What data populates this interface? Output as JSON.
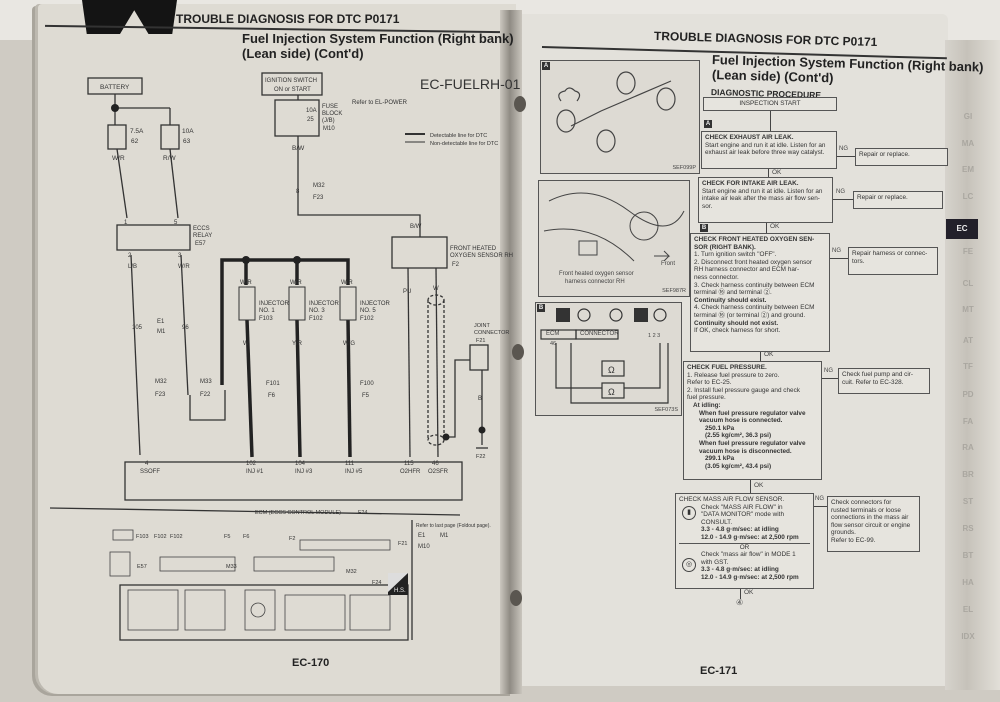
{
  "left_page": {
    "header": "TROUBLE DIAGNOSIS FOR DTC P0171",
    "subtitle_line1": "Fuel Injection System Function (Right bank)",
    "subtitle_line2": "(Lean side) (Cont'd)",
    "diagram_code": "EC-FUELRH-01",
    "refer_power": "Refer to EL-POWER",
    "legend": {
      "detectable": "Detectable line for DTC",
      "non_detectable": "Non-detectable line for DTC"
    },
    "battery": "BATTERY",
    "fuse1": {
      "rating": "7.5A",
      "number": "62",
      "wire": "W/R"
    },
    "fuse2": {
      "rating": "10A",
      "number": "63",
      "wire": "R/W"
    },
    "ignition_switch": {
      "line1": "IGNITION SWITCH",
      "line2": "ON or START"
    },
    "fuse_block": {
      "line1": "FUSE",
      "line2": "BLOCK",
      "line3": "(J/B)",
      "connector": "M10",
      "rating": "10A",
      "number": "25",
      "wire": "B/W"
    },
    "relay": {
      "line1": "ECCS",
      "line2": "RELAY",
      "connector": "E57",
      "pin_a": "1",
      "pin_b": "5",
      "pin_c": "2",
      "pin_d": "3"
    },
    "connectors": {
      "e1": "E1",
      "m1": "M1",
      "m32": "M32",
      "f23": "F23",
      "f22": "F22",
      "f101": "F101",
      "f6": "F6",
      "f100": "F100",
      "f5": "F5",
      "m33": "M33"
    },
    "pins": {
      "p105": "105",
      "p96": "96",
      "p8": "8",
      "p2": "2",
      "p6": "6",
      "p1": "1"
    },
    "wires": {
      "lb": "L/B",
      "wr": "W/R",
      "w": "W",
      "yr": "Y/R",
      "wg": "W/G",
      "bw": "B/W",
      "pu": "PU",
      "b": "B"
    },
    "injectors": [
      {
        "label": "INJECTOR",
        "no": "NO. 1",
        "connector": "F103"
      },
      {
        "label": "INJECTOR",
        "no": "NO. 3",
        "connector": "F102"
      },
      {
        "label": "INJECTOR",
        "no": "NO. 5",
        "connector": "F102"
      }
    ],
    "o2_sensor": {
      "line1": "FRONT HEATED",
      "line2": "OXYGEN SENSOR RH",
      "connector": "F2"
    },
    "joint_connector": {
      "line1": "JOINT",
      "line2": "CONNECTOR",
      "connector": "F21",
      "ground": "F22"
    },
    "ecm_terminals": [
      {
        "num": "4",
        "name": "SSOFF"
      },
      {
        "num": "102",
        "name": "INJ #1"
      },
      {
        "num": "104",
        "name": "INJ #3"
      },
      {
        "num": "111",
        "name": "INJ #5"
      },
      {
        "num": "115",
        "name": "O2HFR"
      },
      {
        "num": "46",
        "name": "O2SFR"
      }
    ],
    "ecm_label": "ECM (ECCS CONTROL MODULE)",
    "ecm_connector": "F24",
    "refer_foldout": "Refer to last page (Foldout page).",
    "foldout_connectors": [
      "E1",
      "M1",
      "M10"
    ],
    "connector_views": [
      "F103",
      "F102",
      "F102",
      "E57",
      "F5",
      "F6",
      "F2",
      "F21",
      "M33",
      "M32",
      "F24"
    ],
    "hs_badge": "H.S.",
    "page_number": "EC-170"
  },
  "right_page": {
    "header": "TROUBLE DIAGNOSIS FOR DTC P0171",
    "subtitle_line1": "Fuel Injection System Function (Right bank)",
    "subtitle_line2": "(Lean side) (Cont'd)",
    "section": "DIAGNOSTIC PROCEDURE",
    "figures": {
      "a_marker": "A",
      "a_code": "SEF099P",
      "photo_caption1": "Front heated oxygen sensor",
      "photo_caption2": "harness connector RH",
      "photo_front": "Front",
      "photo_code": "SEF987R",
      "b_marker": "B",
      "b_ecm": "ECM",
      "b_connector": "CONNECTOR",
      "b_term": "46",
      "b_pins": "1 2 3",
      "b_code": "SEF073S"
    },
    "flow": {
      "start": "INSPECTION START",
      "ok": "OK",
      "ng": "NG",
      "or": "OR",
      "step1": {
        "marker": "A",
        "title": "CHECK EXHAUST AIR LEAK.",
        "lines": [
          "Start engine and run it at idle. Listen for an",
          "exhaust air leak before three way catalyst."
        ],
        "ng_action": "Repair or replace."
      },
      "step2": {
        "title": "CHECK FOR INTAKE AIR LEAK.",
        "lines": [
          "Start engine and run it at idle. Listen for an",
          "intake air leak after the mass air flow sen-",
          "sor."
        ],
        "ng_action": "Repair or replace."
      },
      "step3": {
        "marker": "B",
        "title": "CHECK FRONT HEATED OXYGEN SEN-",
        "title2": "SOR (RIGHT BANK).",
        "lines": [
          "1. Turn ignition switch \"OFF\".",
          "2. Disconnect front heated oxygen sensor",
          "   RH harness connector and ECM har-",
          "   ness connector.",
          "3. Check harness continuity between ECM",
          "   terminal ⑯ and terminal ②."
        ],
        "bold1": "Continuity should exist.",
        "lines2": [
          "4. Check harness continuity between ECM",
          "   terminal ⑯ (or terminal ②) and ground."
        ],
        "bold2": "Continuity should not exist.",
        "last": "If OK, check harness for short.",
        "ng_action1": "Repair harness or connec-",
        "ng_action2": "tors."
      },
      "step4": {
        "title": "CHECK FUEL PRESSURE.",
        "lines": [
          "1. Release fuel pressure to zero.",
          "   Refer to EC-25.",
          "2. Install fuel pressure gauge and check",
          "   fuel pressure."
        ],
        "bold": [
          "At idling:",
          "When fuel pressure regulator valve",
          "vacuum hose is connected.",
          "250.1 kPa",
          "(2.55 kg/cm², 36.3 psi)",
          "When fuel pressure regulator valve",
          "vacuum hose is disconnected.",
          "299.1 kPa",
          "(3.05 kg/cm², 43.4 psi)"
        ],
        "ng_action1": "Check fuel pump and cir-",
        "ng_action2": "cuit. Refer to EC-328."
      },
      "step5": {
        "title": "CHECK MASS AIR FLOW SENSOR.",
        "lines": [
          "Check \"MASS AIR FLOW\" in",
          "\"DATA MONITOR\" mode with",
          "CONSULT."
        ],
        "spec1": "3.3 - 4.8 g·m/sec: at idling",
        "spec2": "12.0 - 14.9 g·m/sec: at 2,500 rpm",
        "lines2": [
          "Check \"mass air flow\" in MODE 1",
          "with GST."
        ],
        "spec3": "3.3 - 4.8 g·m/sec: at idling",
        "spec4": "12.0 - 14.9 g·m/sec: at 2,500 rpm",
        "ng_lines": [
          "Check connectors for",
          "rusted terminals or loose",
          "connections in the mass air",
          "flow sensor circuit or engine",
          "grounds.",
          "Refer to EC-99."
        ]
      },
      "end_marker": "④"
    },
    "page_number": "EC-171"
  },
  "index_tabs": [
    "GI",
    "MA",
    "EM",
    "LC",
    "EC",
    "FE",
    "CL",
    "MT",
    "AT",
    "TF",
    "PD",
    "FA",
    "RA",
    "BR",
    "ST",
    "RS",
    "BT",
    "HA",
    "EL",
    "IDX"
  ],
  "active_tab": "EC"
}
